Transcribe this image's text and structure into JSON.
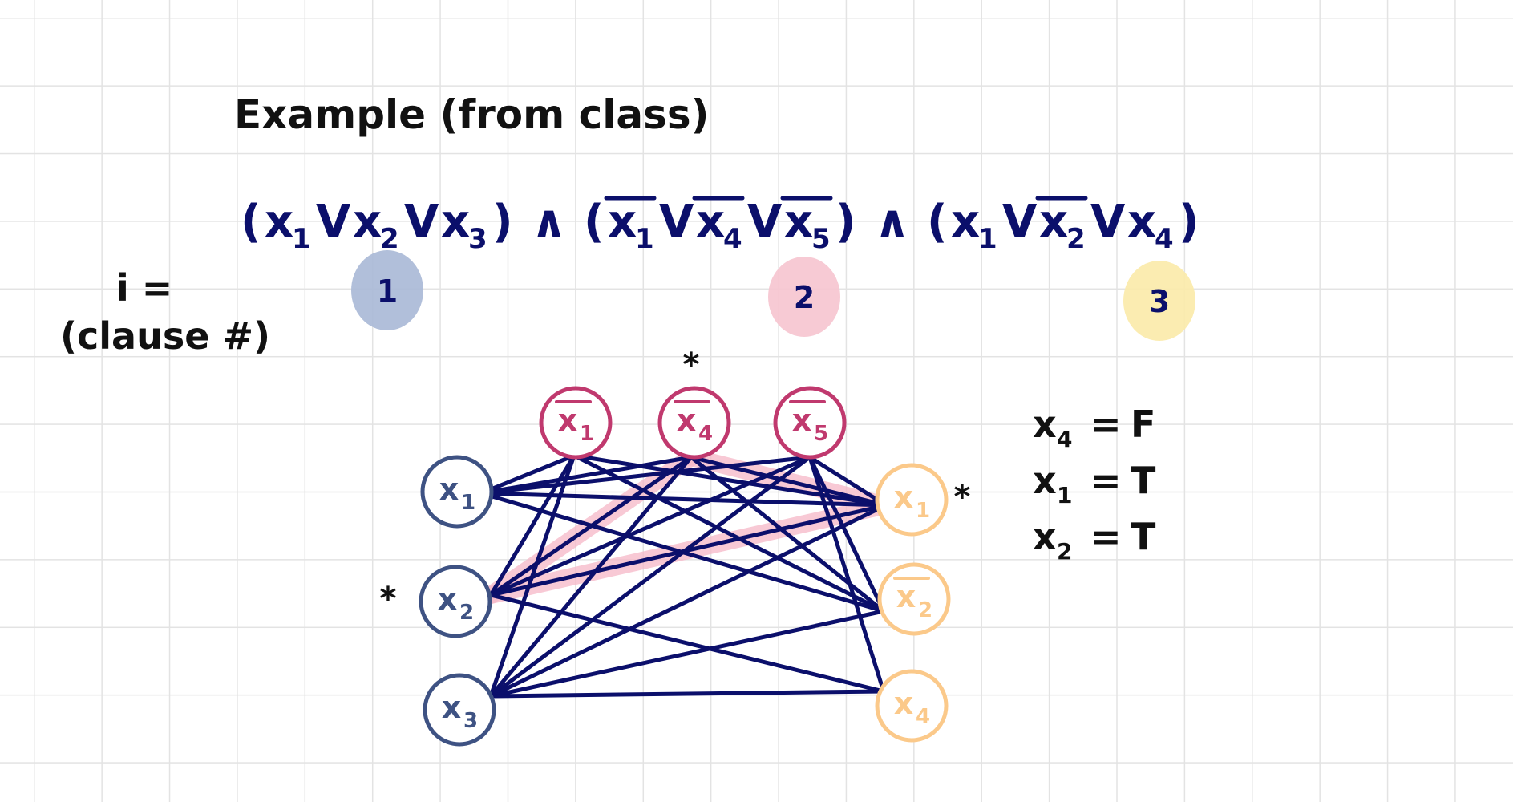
{
  "title": "Example (from class)",
  "formula": {
    "clauses": [
      {
        "literals": [
          {
            "var": "x",
            "sub": "1",
            "negated": false
          },
          {
            "var": "x",
            "sub": "2",
            "negated": false
          },
          {
            "var": "x",
            "sub": "3",
            "negated": false
          }
        ]
      },
      {
        "literals": [
          {
            "var": "x",
            "sub": "1",
            "negated": true
          },
          {
            "var": "x",
            "sub": "4",
            "negated": true
          },
          {
            "var": "x",
            "sub": "5",
            "negated": true
          }
        ]
      },
      {
        "literals": [
          {
            "var": "x",
            "sub": "1",
            "negated": false
          },
          {
            "var": "x",
            "sub": "2",
            "negated": true
          },
          {
            "var": "x",
            "sub": "4",
            "negated": false
          }
        ]
      }
    ],
    "or_symbol": "V",
    "and_symbol": "∧"
  },
  "clause_index_label": {
    "line1": "i =",
    "line2": "(clause #)"
  },
  "clause_indices": [
    {
      "label": "1",
      "color": "#a9b8d6"
    },
    {
      "label": "2",
      "color": "#f6c4cf"
    },
    {
      "label": "3",
      "color": "#fbeaa8"
    }
  ],
  "graph": {
    "group_colors": {
      "1": "#3e5283",
      "2": "#c0396e",
      "3": "#fbc98a"
    },
    "edge_color": "#0b0f6b",
    "highlight_color": "#f6b8c8",
    "nodes": [
      {
        "id": "c1x1",
        "clause": "1",
        "var": "x",
        "sub": "1",
        "negated": false
      },
      {
        "id": "c1x2",
        "clause": "1",
        "var": "x",
        "sub": "2",
        "negated": false
      },
      {
        "id": "c1x3",
        "clause": "1",
        "var": "x",
        "sub": "3",
        "negated": false
      },
      {
        "id": "c2x1",
        "clause": "2",
        "var": "x",
        "sub": "1",
        "negated": true
      },
      {
        "id": "c2x4",
        "clause": "2",
        "var": "x",
        "sub": "4",
        "negated": true
      },
      {
        "id": "c2x5",
        "clause": "2",
        "var": "x",
        "sub": "5",
        "negated": true
      },
      {
        "id": "c3x1",
        "clause": "3",
        "var": "x",
        "sub": "1",
        "negated": false
      },
      {
        "id": "c3x2",
        "clause": "3",
        "var": "x",
        "sub": "2",
        "negated": true
      },
      {
        "id": "c3x4",
        "clause": "3",
        "var": "x",
        "sub": "4",
        "negated": false
      }
    ],
    "edges": [
      [
        "c1x1",
        "c2x1"
      ],
      [
        "c1x1",
        "c2x4"
      ],
      [
        "c1x1",
        "c2x5"
      ],
      [
        "c1x1",
        "c3x1"
      ],
      [
        "c1x1",
        "c3x2"
      ],
      [
        "c1x2",
        "c2x1"
      ],
      [
        "c1x2",
        "c2x4"
      ],
      [
        "c1x2",
        "c2x5"
      ],
      [
        "c1x2",
        "c3x1"
      ],
      [
        "c1x2",
        "c3x4"
      ],
      [
        "c1x3",
        "c2x1"
      ],
      [
        "c1x3",
        "c2x4"
      ],
      [
        "c1x3",
        "c2x5"
      ],
      [
        "c1x3",
        "c3x1"
      ],
      [
        "c1x3",
        "c3x2"
      ],
      [
        "c1x3",
        "c3x4"
      ],
      [
        "c2x1",
        "c3x1"
      ],
      [
        "c2x1",
        "c3x2"
      ],
      [
        "c2x4",
        "c3x1"
      ],
      [
        "c2x4",
        "c3x2"
      ],
      [
        "c2x5",
        "c3x1"
      ],
      [
        "c2x5",
        "c3x2"
      ],
      [
        "c2x5",
        "c3x4"
      ]
    ],
    "highlighted": [
      [
        "c1x2",
        "c2x4"
      ],
      [
        "c2x4",
        "c3x1"
      ],
      [
        "c1x2",
        "c3x1"
      ]
    ],
    "starred": [
      "c2x4",
      "c1x2",
      "c3x1"
    ],
    "star_symbol": "*"
  },
  "assignments": [
    {
      "var": "x",
      "sub": "4",
      "value": "F"
    },
    {
      "var": "x",
      "sub": "1",
      "value": "T"
    },
    {
      "var": "x",
      "sub": "2",
      "value": "T"
    }
  ]
}
